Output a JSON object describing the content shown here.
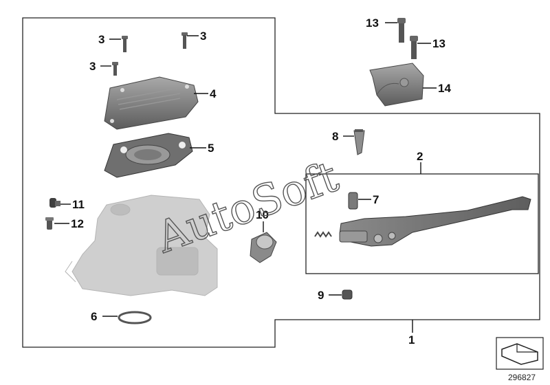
{
  "callouts": {
    "c1": "1",
    "c2": "2",
    "c3a": "3",
    "c3b": "3",
    "c3c": "3",
    "c4": "4",
    "c5": "5",
    "c6": "6",
    "c7": "7",
    "c8": "8",
    "c9": "9",
    "c10": "10",
    "c11": "11",
    "c12": "12",
    "c13a": "13",
    "c13b": "13",
    "c14": "14"
  },
  "watermark": "AutoSoft",
  "document_number": "296827",
  "colors": {
    "part_dark": "#7a7a7a",
    "part_light": "#c8c8c8",
    "line": "#111111"
  }
}
